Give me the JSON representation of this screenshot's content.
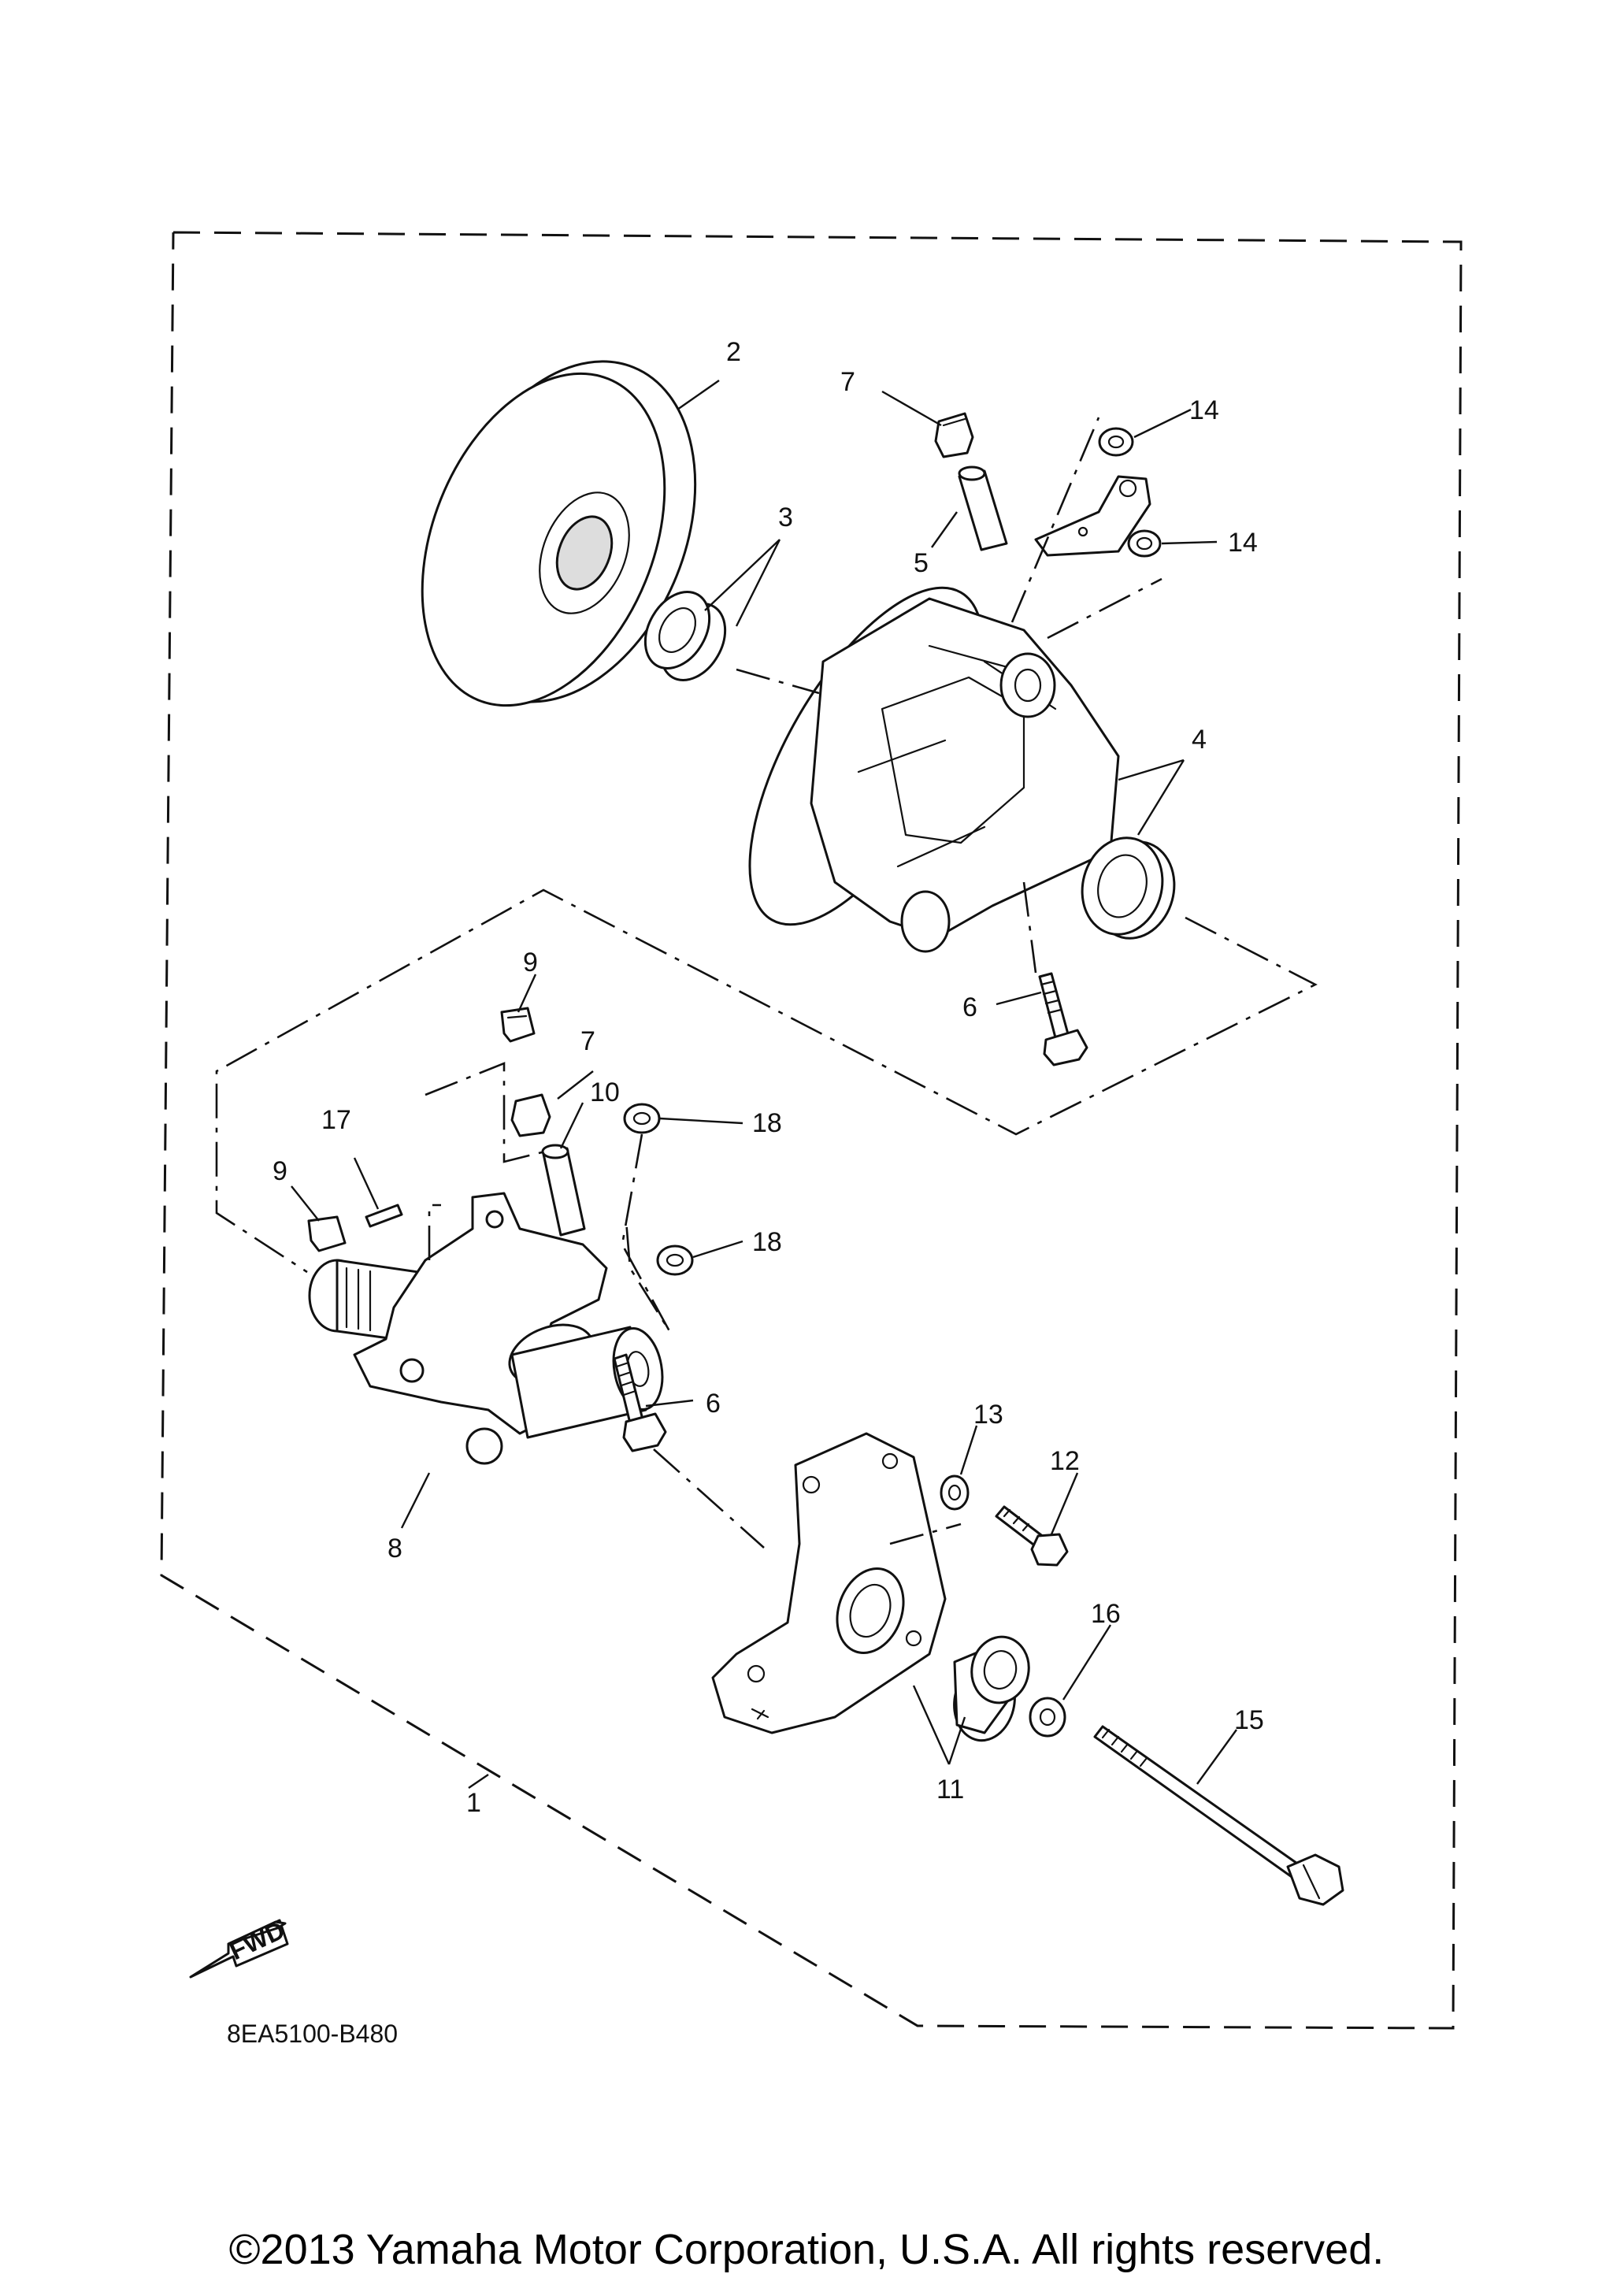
{
  "diagram": {
    "callouts": [
      {
        "id": "c1",
        "text": "1"
      },
      {
        "id": "c2",
        "text": "2"
      },
      {
        "id": "c3",
        "text": "3"
      },
      {
        "id": "c4",
        "text": "4"
      },
      {
        "id": "c5",
        "text": "5"
      },
      {
        "id": "c6a",
        "text": "6"
      },
      {
        "id": "c6b",
        "text": "6"
      },
      {
        "id": "c7a",
        "text": "7"
      },
      {
        "id": "c7b",
        "text": "7"
      },
      {
        "id": "c8",
        "text": "8"
      },
      {
        "id": "c9a",
        "text": "9"
      },
      {
        "id": "c9b",
        "text": "9"
      },
      {
        "id": "c10",
        "text": "10"
      },
      {
        "id": "c11",
        "text": "11"
      },
      {
        "id": "c12",
        "text": "12"
      },
      {
        "id": "c13",
        "text": "13"
      },
      {
        "id": "c14a",
        "text": "14"
      },
      {
        "id": "c14b",
        "text": "14"
      },
      {
        "id": "c15",
        "text": "15"
      },
      {
        "id": "c16",
        "text": "16"
      },
      {
        "id": "c17",
        "text": "17"
      },
      {
        "id": "c18a",
        "text": "18"
      },
      {
        "id": "c18b",
        "text": "18"
      }
    ],
    "fwd_badge": "FWD",
    "diagram_code": "8EA5100-B480"
  },
  "footer": {
    "copyright": "©2013 Yamaha Motor Corporation, U.S.A. All rights reserved."
  }
}
